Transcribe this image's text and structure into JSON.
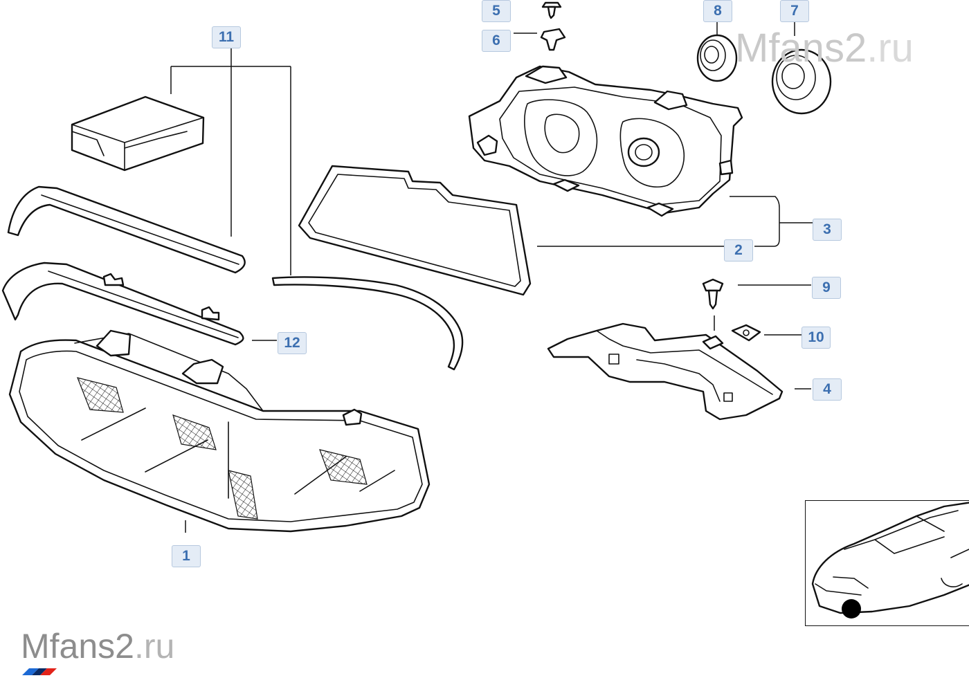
{
  "watermarks": {
    "bottom": {
      "name": "Mfans2",
      "tld": ".ru"
    },
    "top": {
      "name": "Mfans2",
      "tld": ".ru"
    }
  },
  "callouts": [
    {
      "id": "1",
      "label": "1"
    },
    {
      "id": "2",
      "label": "2"
    },
    {
      "id": "3",
      "label": "3"
    },
    {
      "id": "4",
      "label": "4"
    },
    {
      "id": "5",
      "label": "5"
    },
    {
      "id": "6",
      "label": "6"
    },
    {
      "id": "7",
      "label": "7"
    },
    {
      "id": "8",
      "label": "8"
    },
    {
      "id": "9",
      "label": "9"
    },
    {
      "id": "10",
      "label": "10"
    },
    {
      "id": "11",
      "label": "11"
    },
    {
      "id": "12",
      "label": "12"
    }
  ],
  "colors": {
    "callout_text": "#3c6fb0",
    "callout_bg": "#e4ecf6",
    "line_art": "#111111",
    "brand_stripes": [
      "#1c69d4",
      "#0a2a63",
      "#e2231a"
    ]
  }
}
